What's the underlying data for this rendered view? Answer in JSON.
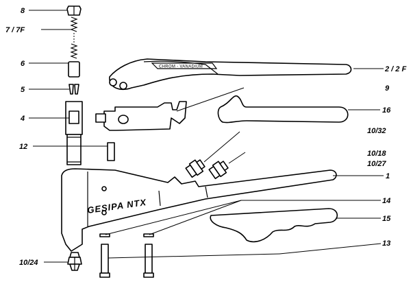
{
  "labels": {
    "p8": "8",
    "p7": "7 / 7F",
    "p6": "6",
    "p5": "5",
    "p4": "4",
    "p12": "12",
    "p10_24": "10/24",
    "p2": "2 / 2 F",
    "p9": "9",
    "p16": "16",
    "p10_32": "10/32",
    "p10_18": "10/18",
    "p10_27": "10/27",
    "p1": "1",
    "p14": "14",
    "p15": "15",
    "p13": "13"
  },
  "markings": {
    "brand": "GESIPA NTX",
    "stamp": "CHROM - VANADIUM"
  }
}
